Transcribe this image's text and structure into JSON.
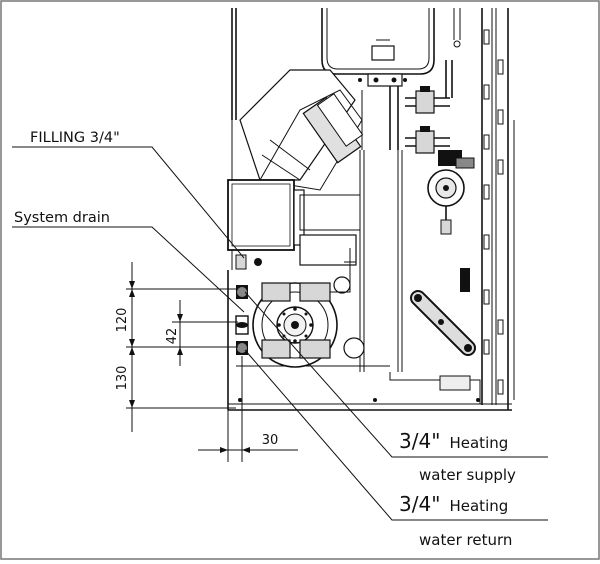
{
  "labels": {
    "filling": "FILLING 3/4\"",
    "system_drain": "System drain",
    "supply_size": "3/4\"",
    "supply_word": "Heating",
    "supply_line2": "water supply",
    "return_size": "3/4\"",
    "return_word": "Heating",
    "return_line2": "water return"
  },
  "dimensions": {
    "dim_120": "120",
    "dim_42": "42",
    "dim_130": "130",
    "dim_30": "30"
  }
}
